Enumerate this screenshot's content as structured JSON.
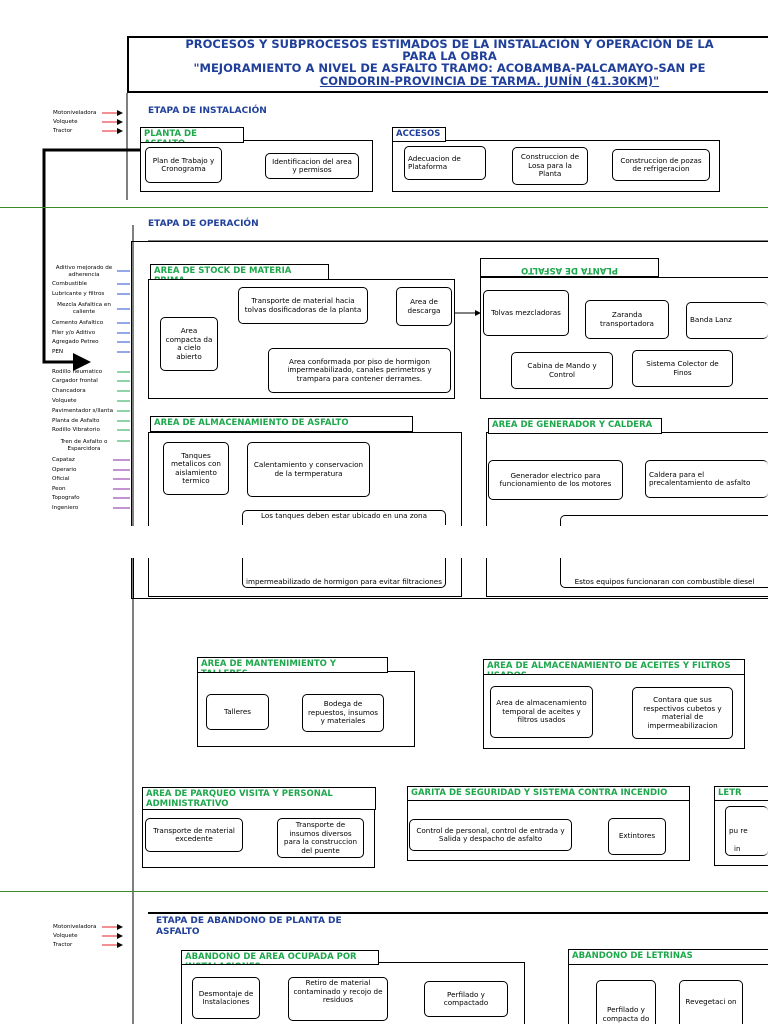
{
  "title": {
    "line1": "PROCESOS Y SUBPROCESOS ESTIMADOS  DE LA INSTALACIÓN Y OPERACIÓN DE LA",
    "line2": "PARA LA OBRA",
    "line3": "\"MEJORAMIENTO A NIVEL DE ASFALTO TRAMO: ACOBAMBA-PALCAMAYO-SAN PE",
    "line4": "CONDORIN-PROVINCIA DE TARMA. JUNÍN (41.30KM)\""
  },
  "colors": {
    "title": "#1f3f9a",
    "section_green": "#1ea84c",
    "red_arrow": "#e0202a",
    "blue_arrow": "#2a4fd0",
    "green_arrow": "#1ea84c",
    "purple_arrow": "#8a2aa0"
  },
  "installation": {
    "stage_label": "ETAPA DE INSTALACIÓN",
    "equipment": [
      "Motoniveladora",
      "Volquete",
      "Tractor"
    ],
    "planta": {
      "label": "PLANTA DE ASFALTO",
      "nodes": [
        "Plan de Trabajo y Cronograma",
        "Identificacion del area y permisos"
      ]
    },
    "accesos": {
      "label": "ACCESOS",
      "nodes": [
        "Adecuacion de Plataforma",
        "Construccion de Losa para la Planta",
        "Construccion de pozas de refrigeracion"
      ]
    }
  },
  "operation": {
    "stage_label": "ETAPA DE OPERACIÓN",
    "materials": [
      "Aditivo mejorado de adherencia",
      "Combustible",
      "Lubricante y filtros",
      "Mezcla Asfaltica en caliente",
      "Cemento Asfaltico",
      "Filer y/o Aditivo",
      "Agregado Petreo",
      "PEN"
    ],
    "machines": [
      "Rodillo neumatico",
      "Cargador frontal",
      "Chancadora",
      "Volquete",
      "Pavimentador s/llanta",
      "Planta de Asfalto",
      "Rodillo Vibratorio",
      "Tren de Asfalto o Esparcidora"
    ],
    "staff": [
      "Capataz",
      "Operario",
      "Oficial",
      "Peon",
      "Topografo",
      "Ingeniero"
    ],
    "stock": {
      "label": "AREA DE STOCK DE MATERIA PRIMA",
      "nodes": [
        "Area compacta da a cielo abierto",
        "Transporte de material hacia tolvas dosificadoras de la planta",
        "Area de descarga",
        "Area conformada por piso de hormigon impermeabilizado, canales perimetros y trampara para contener derrames."
      ]
    },
    "planta_asfalto": {
      "label": "PLANTA DE ASFALTO",
      "nodes": [
        "Tolvas mezcladoras",
        "Zaranda transportadora",
        "Banda Lanz",
        "Cabina de Mando y Control",
        "Sistema Colector de Finos"
      ]
    },
    "almacen_asfalto": {
      "label": "AREA DE ALMACENAMIENTO DE ASFALTO",
      "nodes": [
        "Tanques metalicos con aislamiento termico",
        "Calentamiento y conservacion de la termperatura",
        "Los tanques deben estar ubicado en una zona",
        "impermeabilizado de hormigon para evitar filtraciones"
      ]
    },
    "generador": {
      "label": "AREA DE GENERADOR Y CALDERA",
      "nodes": [
        "Generador electrico para funcionamiento de los motores",
        "Caldera para el precalentamiento de asfalto",
        "Estos equipos funcionaran con combustible diesel"
      ]
    },
    "mantenimiento": {
      "label": "AREA DE MANTENIMIENTO Y TALLERES",
      "nodes": [
        "Talleres",
        "Bodega de repuestos, insumos y materiales"
      ]
    },
    "aceites": {
      "label": "AREA DE ALMACENAMIENTO DE ACEITES Y FILTROS USADOS",
      "nodes": [
        "Area de almacenamiento temporal de aceites y filtros usados",
        "Contara que sus respectivos cubetos y material de impermeabilizacion"
      ]
    },
    "parqueo": {
      "label": "AREA DE PARQUEO VISITA Y PERSONAL ADMINISTRATIVO",
      "nodes": [
        "Transporte de material excedente",
        "Transporte de insumos diversos para la construccion del puente"
      ]
    },
    "garita": {
      "label": "GARITA DE SEGURIDAD Y SISTEMA CONTRA INCENDIO",
      "nodes": [
        "Control de personal, control de entrada y Salida y despacho de asfalto",
        "Extintores"
      ]
    },
    "letrinas": {
      "label": "LETR",
      "nodes": [
        "pu re",
        "in"
      ]
    }
  },
  "abandono": {
    "stage_label": "ETAPA DE ABANDONO DE PLANTA DE ASFALTO",
    "equipment": [
      "Motoniveladora",
      "Volquete",
      "Tractor"
    ],
    "area": {
      "label": "ABANDONO DE AREA OCUPADA POR INSTALACIONES",
      "nodes": [
        "Desmontaje de Instalaciones",
        "Retiro de material contaminado y recojo de residuos",
        "Perfilado y compactado"
      ]
    },
    "letrinas": {
      "label": "ABANDONO DE LETRINAS",
      "nodes": [
        "Perfilado y compacta do",
        "Revegetaci on"
      ]
    }
  }
}
